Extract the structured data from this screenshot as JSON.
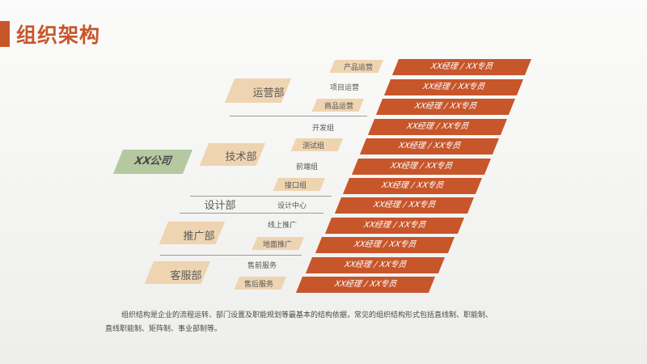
{
  "title": "组织架构",
  "root": "XX公司",
  "departments": [
    "运营部",
    "技术部",
    "设计部",
    "推广部",
    "客服部"
  ],
  "units": [
    "产品运营",
    "项目运营",
    "商品运营",
    "开发组",
    "测试组",
    "前端组",
    "接口组",
    "设计中心",
    "线上推广",
    "地面推广",
    "售前服务",
    "售后服务"
  ],
  "roles": [
    "XX经理 / XX专员",
    "XX经理 / XX专员",
    "XX经理 / XX专员",
    "XX经理 / XX专员",
    "XX经理 / XX专员",
    "XX经理 / XX专员",
    "XX经理 / XX专员",
    "XX经理 / XX专员",
    "XX经理 / XX专员",
    "XX经理 / XX专员",
    "XX经理 / XX专员",
    "XX经理 / XX专员"
  ],
  "description": [
    "组织结构是企业的流程运转、部门设置及职能规划等最基本的结构依据，常见的组织结构形式包括直线制、职能制、",
    "直线职能制、矩阵制、事业部制等。"
  ],
  "colors": {
    "accent": "#c8562b",
    "beige": "#efd4b1",
    "green": "#8fad72"
  }
}
